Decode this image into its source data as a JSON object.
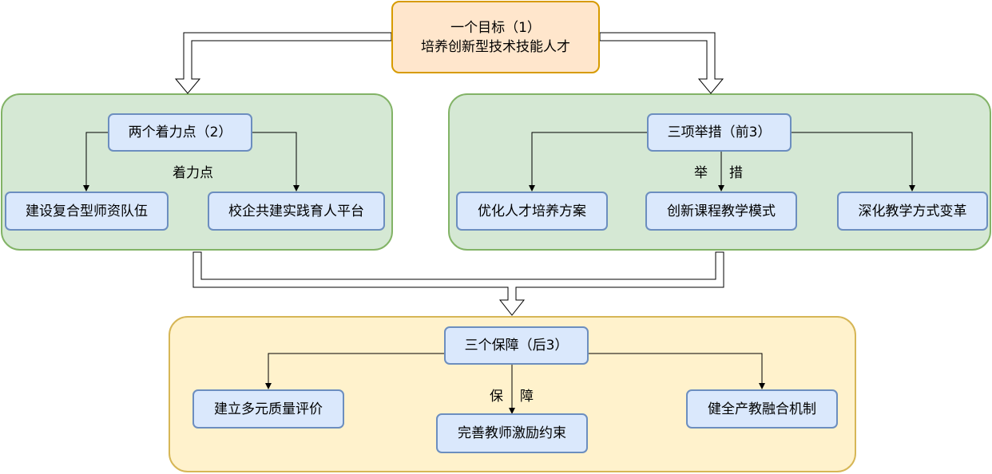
{
  "goal": {
    "line1": "一个目标（1）",
    "line2": "培养创新型技术技能人才"
  },
  "focus_points": {
    "title": "两个着力点（2）",
    "edge_label": "着力点",
    "items": [
      "建设复合型师资队伍",
      "校企共建实践育人平台"
    ]
  },
  "measures": {
    "title": "三项举措（前3）",
    "edge_label_left": "举",
    "edge_label_right": "措",
    "items": [
      "优化人才培养方案",
      "创新课程教学模式",
      "深化教学方式变革"
    ]
  },
  "guarantees": {
    "title": "三个保障（后3）",
    "edge_label_left": "保",
    "edge_label_right": "障",
    "items": [
      "建立多元质量评价",
      "完善教师激励约束",
      "健全产教融合机制"
    ]
  },
  "colors": {
    "green_fill": "#d5e8d4",
    "green_stroke": "#82b366",
    "yellow_fill": "#fff2cc",
    "yellow_stroke": "#d6b656",
    "blue_fill": "#dae8fc",
    "blue_stroke": "#6c8ebf",
    "orange_fill": "#ffe6cc",
    "orange_stroke": "#d79b00"
  }
}
